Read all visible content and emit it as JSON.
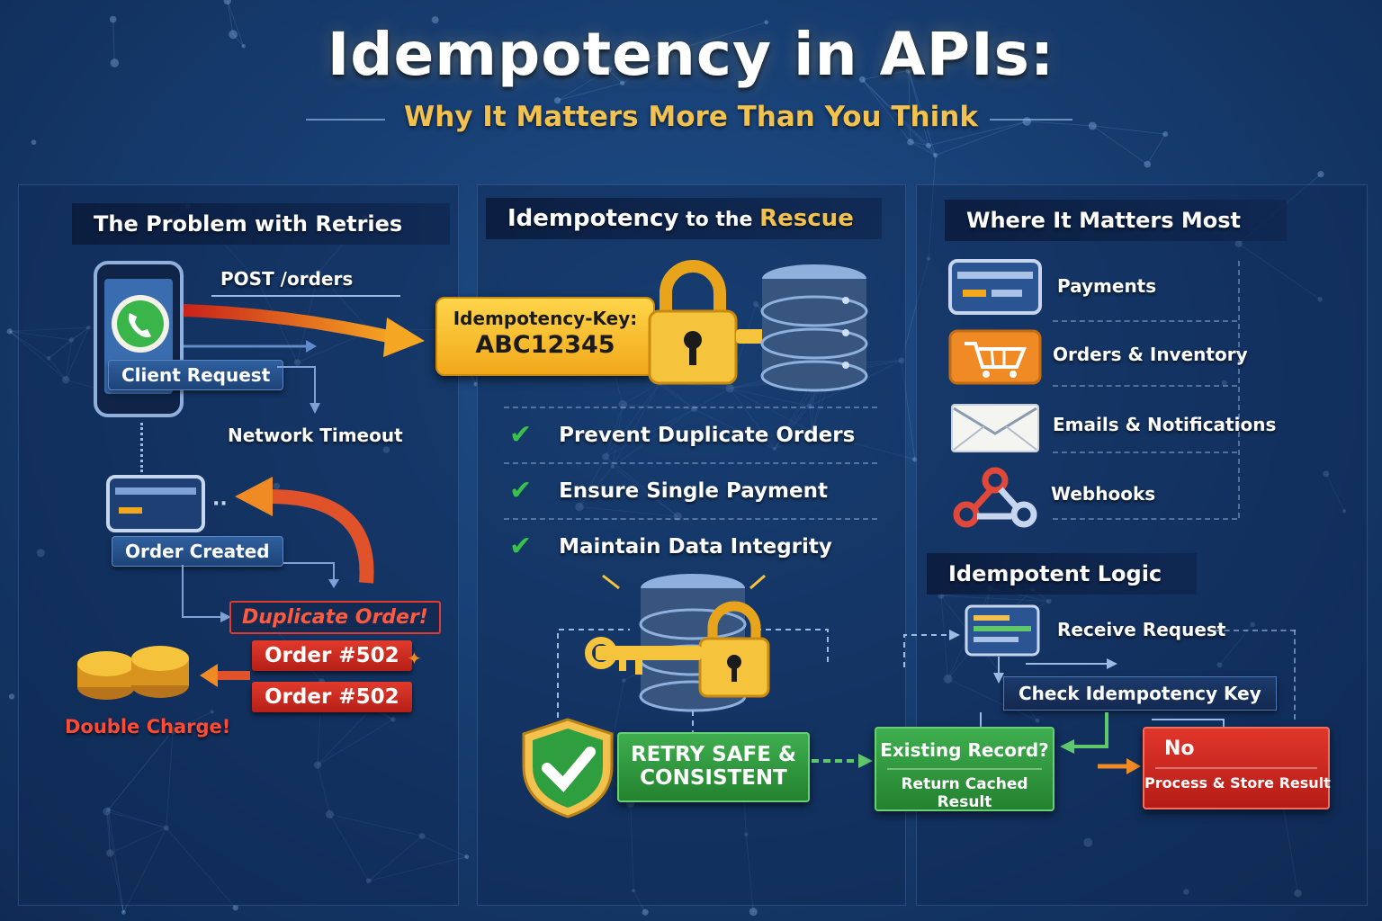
{
  "title": "Idempotency in APIs:",
  "subtitle": "Why It Matters More Than You Think",
  "colors": {
    "background": "#173e72",
    "accent_gold": "#f2c14e",
    "danger_red": "#e23a2c",
    "success_green": "#3fae4f",
    "arrow_orange": "#f08a24"
  },
  "problem": {
    "heading": "The Problem with Retries",
    "request_path": "POST /orders",
    "client_label": "Client Request",
    "timeout_label": "Network Timeout",
    "order_created_label": "Order Created",
    "duplicate_label": "Duplicate Order!",
    "orders": [
      "Order #502",
      "Order #502"
    ],
    "double_charge_label": "Double Charge!",
    "icons": [
      "phone-icon",
      "credit-card-icon",
      "coins-icon"
    ]
  },
  "rescue": {
    "heading_main": "Idempotency",
    "heading_mid": " to the ",
    "heading_accent": "Rescue",
    "key_header": "Idempotency-Key:",
    "key_value": "ABC12345",
    "benefits": [
      "Prevent Duplicate Orders",
      "Ensure Single Payment",
      "Maintain Data Integrity"
    ],
    "shield_label_line1": "RETRY SAFE &",
    "shield_label_line2": "CONSISTENT",
    "icons": [
      "padlock-icon",
      "key-icon",
      "database-icon",
      "shield-check-icon"
    ]
  },
  "where": {
    "heading": "Where It Matters Most",
    "items": [
      {
        "label": "Payments",
        "icon": "credit-card-icon"
      },
      {
        "label": "Orders & Inventory",
        "icon": "shopping-cart-icon"
      },
      {
        "label": "Emails & Notifications",
        "icon": "envelope-icon"
      },
      {
        "label": "Webhooks",
        "icon": "webhook-icon"
      }
    ]
  },
  "logic": {
    "heading": "Idempotent Logic",
    "receive": "Receive Request",
    "check": "Check Idempotency Key",
    "existing_title": "Existing Record?",
    "existing_action": "Return Cached Result",
    "no_title": "No",
    "no_action": "Process & Store Result"
  }
}
